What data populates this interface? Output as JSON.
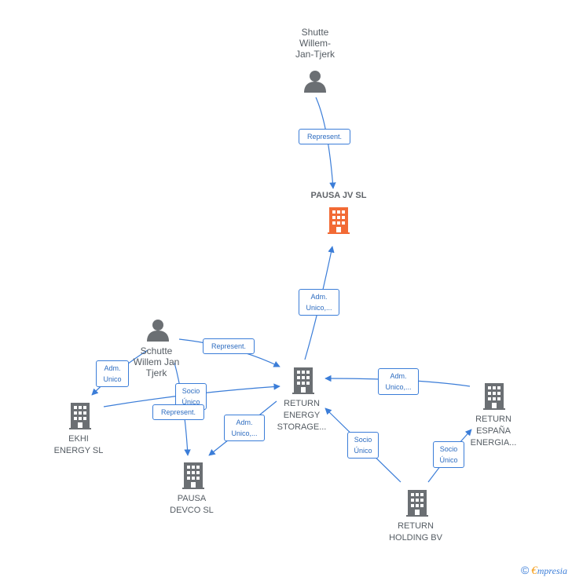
{
  "nodes": {
    "shutte_willem": {
      "label": "Shutte\nWillem-\nJan-Tjerk",
      "kind": "person",
      "icon": "person-icon"
    },
    "pausa_jv": {
      "label": "PAUSA JV  SL",
      "kind": "company",
      "icon": "building-icon",
      "highlight": true
    },
    "schutte_willem": {
      "label": "Schutte\nWillem Jan\nTjerk",
      "kind": "person",
      "icon": "person-icon"
    },
    "return_energy_storage": {
      "label": "RETURN\nENERGY\nSTORAGE...",
      "kind": "company",
      "icon": "building-icon"
    },
    "return_espana": {
      "label": "RETURN\nESPAÑA\nENERGIA...",
      "kind": "company",
      "icon": "building-icon"
    },
    "ekhi_energy": {
      "label": "EKHI\nENERGY  SL",
      "kind": "company",
      "icon": "building-icon"
    },
    "pausa_devco": {
      "label": "PAUSA\nDEVCO  SL",
      "kind": "company",
      "icon": "building-icon"
    },
    "return_holding": {
      "label": "RETURN\nHOLDING BV",
      "kind": "company",
      "icon": "building-icon"
    }
  },
  "edges": [
    {
      "from": "shutte_willem",
      "to": "pausa_jv",
      "label": "Represent."
    },
    {
      "from": "return_energy_storage",
      "to": "pausa_jv",
      "label": "Adm.\nUnico,..."
    },
    {
      "from": "schutte_willem",
      "to": "return_energy_storage",
      "label": "Represent."
    },
    {
      "from": "return_espana",
      "to": "return_energy_storage",
      "label": "Adm.\nUnico,..."
    },
    {
      "from": "schutte_willem",
      "to": "ekhi_energy",
      "label": "Adm.\nUnico"
    },
    {
      "from": "ekhi_energy",
      "to": "return_energy_storage",
      "label": "Socio\nÚnico"
    },
    {
      "from": "schutte_willem",
      "to": "pausa_devco",
      "label": "Represent."
    },
    {
      "from": "return_energy_storage",
      "to": "pausa_devco",
      "label": "Adm.\nUnico,..."
    },
    {
      "from": "return_holding",
      "to": "return_energy_storage",
      "label": "Socio\nÚnico"
    },
    {
      "from": "return_holding",
      "to": "return_espana",
      "label": "Socio\nÚnico"
    }
  ],
  "colors": {
    "edge": "#3b7dd8",
    "icon_default": "#6b6f73",
    "icon_highlight": "#f26a35",
    "label_text": "#555c63"
  },
  "watermark": {
    "copyright_symbol": "©",
    "brand_first": "€",
    "brand_rest": "mpresia"
  }
}
